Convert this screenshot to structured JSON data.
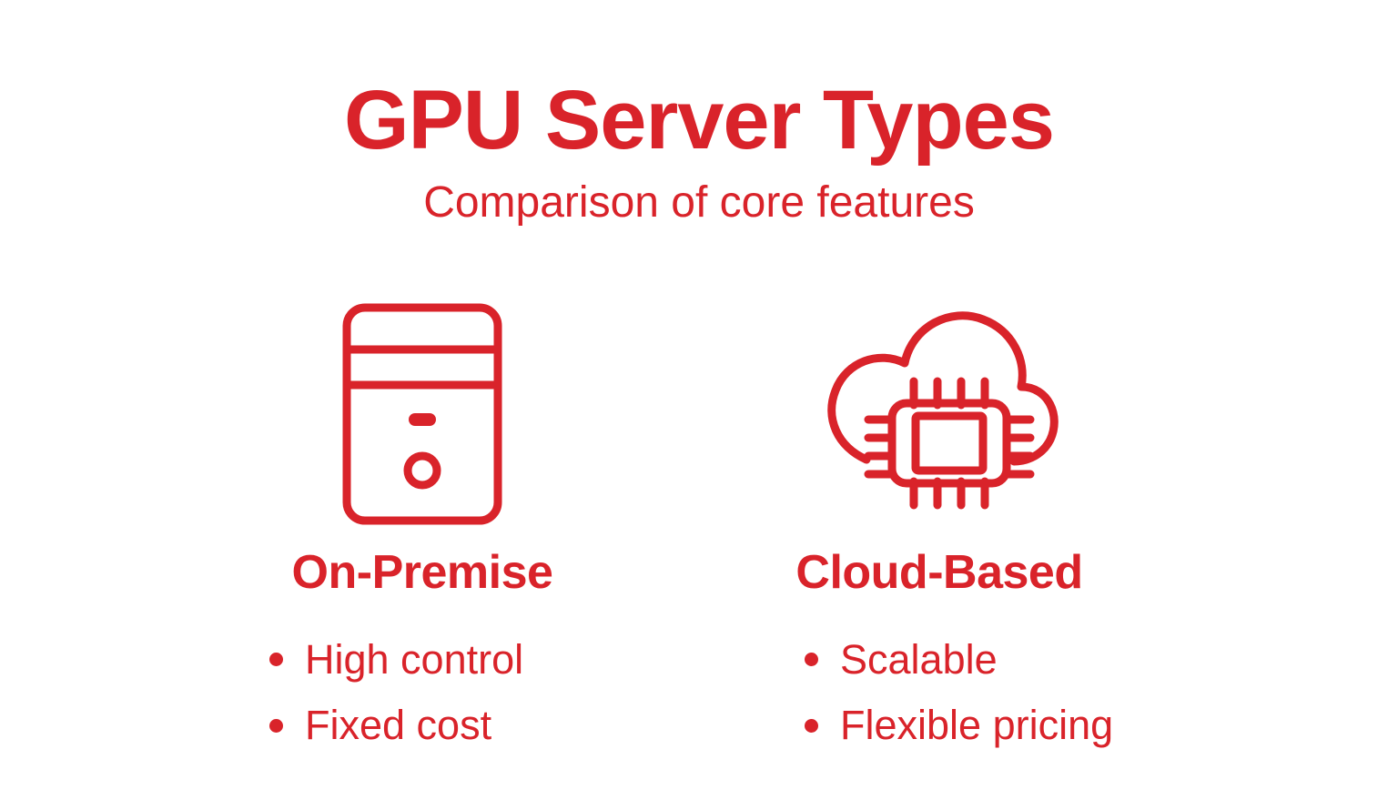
{
  "theme": {
    "accent": "#D9232A",
    "background": "#FFFFFF"
  },
  "header": {
    "title": "GPU Server Types",
    "subtitle": "Comparison of core features"
  },
  "columns": [
    {
      "id": "on-premise",
      "icon": "server-tower-icon",
      "heading": "On-Premise",
      "bullets": [
        "High control",
        "Fixed cost"
      ]
    },
    {
      "id": "cloud-based",
      "icon": "cloud-chip-icon",
      "heading": "Cloud-Based",
      "bullets": [
        "Scalable",
        "Flexible pricing"
      ]
    }
  ]
}
